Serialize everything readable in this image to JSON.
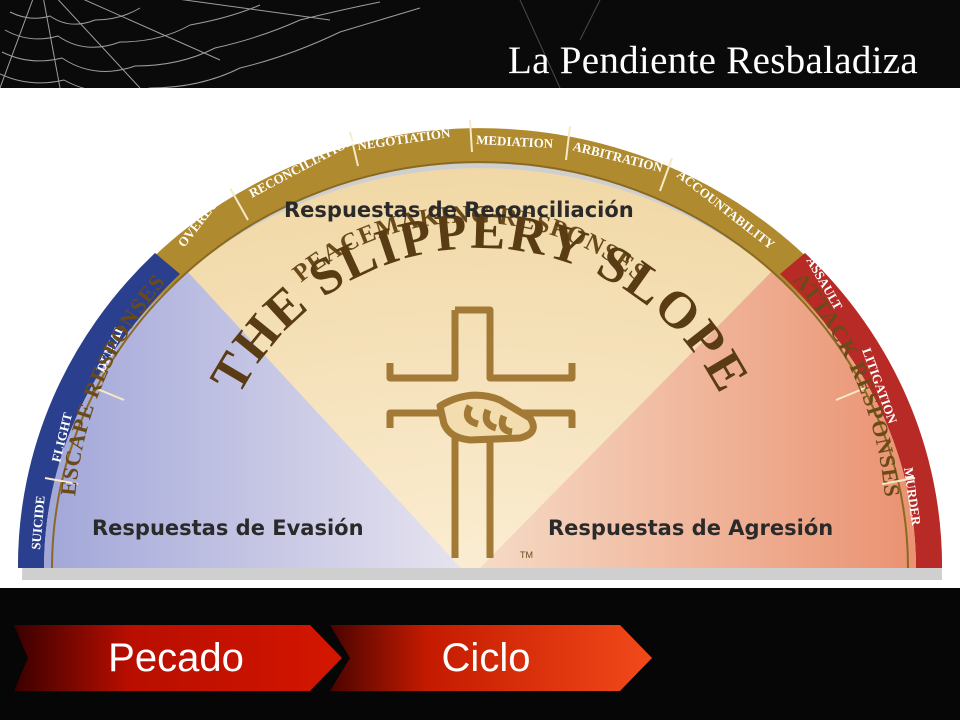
{
  "slide": {
    "title": "La Pendiente Resbaladiza"
  },
  "diagram": {
    "arc_title": "PEACEMAKING RESPONSES",
    "center_title": "THE SLIPPERY SLOPE",
    "trademark": "TM",
    "peacemaking_items": [
      "OVERLOOK",
      "RECONCILIATION",
      "NEGOTIATION",
      "MEDIATION",
      "ARBITRATION",
      "ACCOUNTABILITY"
    ],
    "escape_heading": "ESCAPE RESPONSES",
    "escape_items": [
      "SUICIDE",
      "FLIGHT",
      "DENIAL"
    ],
    "attack_heading": "ATTACK RESPONSES",
    "attack_items": [
      "ASSAULT",
      "LITIGATION",
      "MURDER"
    ],
    "colors": {
      "band_gold": "#b08a2e",
      "band_blue": "#2a3f8e",
      "band_red": "#b82a26",
      "peace_fill": "#f3dcae",
      "escape_fill": "#b7b9de",
      "attack_fill": "#eea88a",
      "cross": "#a27a35"
    }
  },
  "overlays": {
    "reconciliation": "Respuestas de Reconciliación",
    "evasion": "Respuestas de Evasión",
    "aggression": "Respuestas de Agresión"
  },
  "cycle": {
    "first": "Pecado",
    "second": "Ciclo"
  }
}
